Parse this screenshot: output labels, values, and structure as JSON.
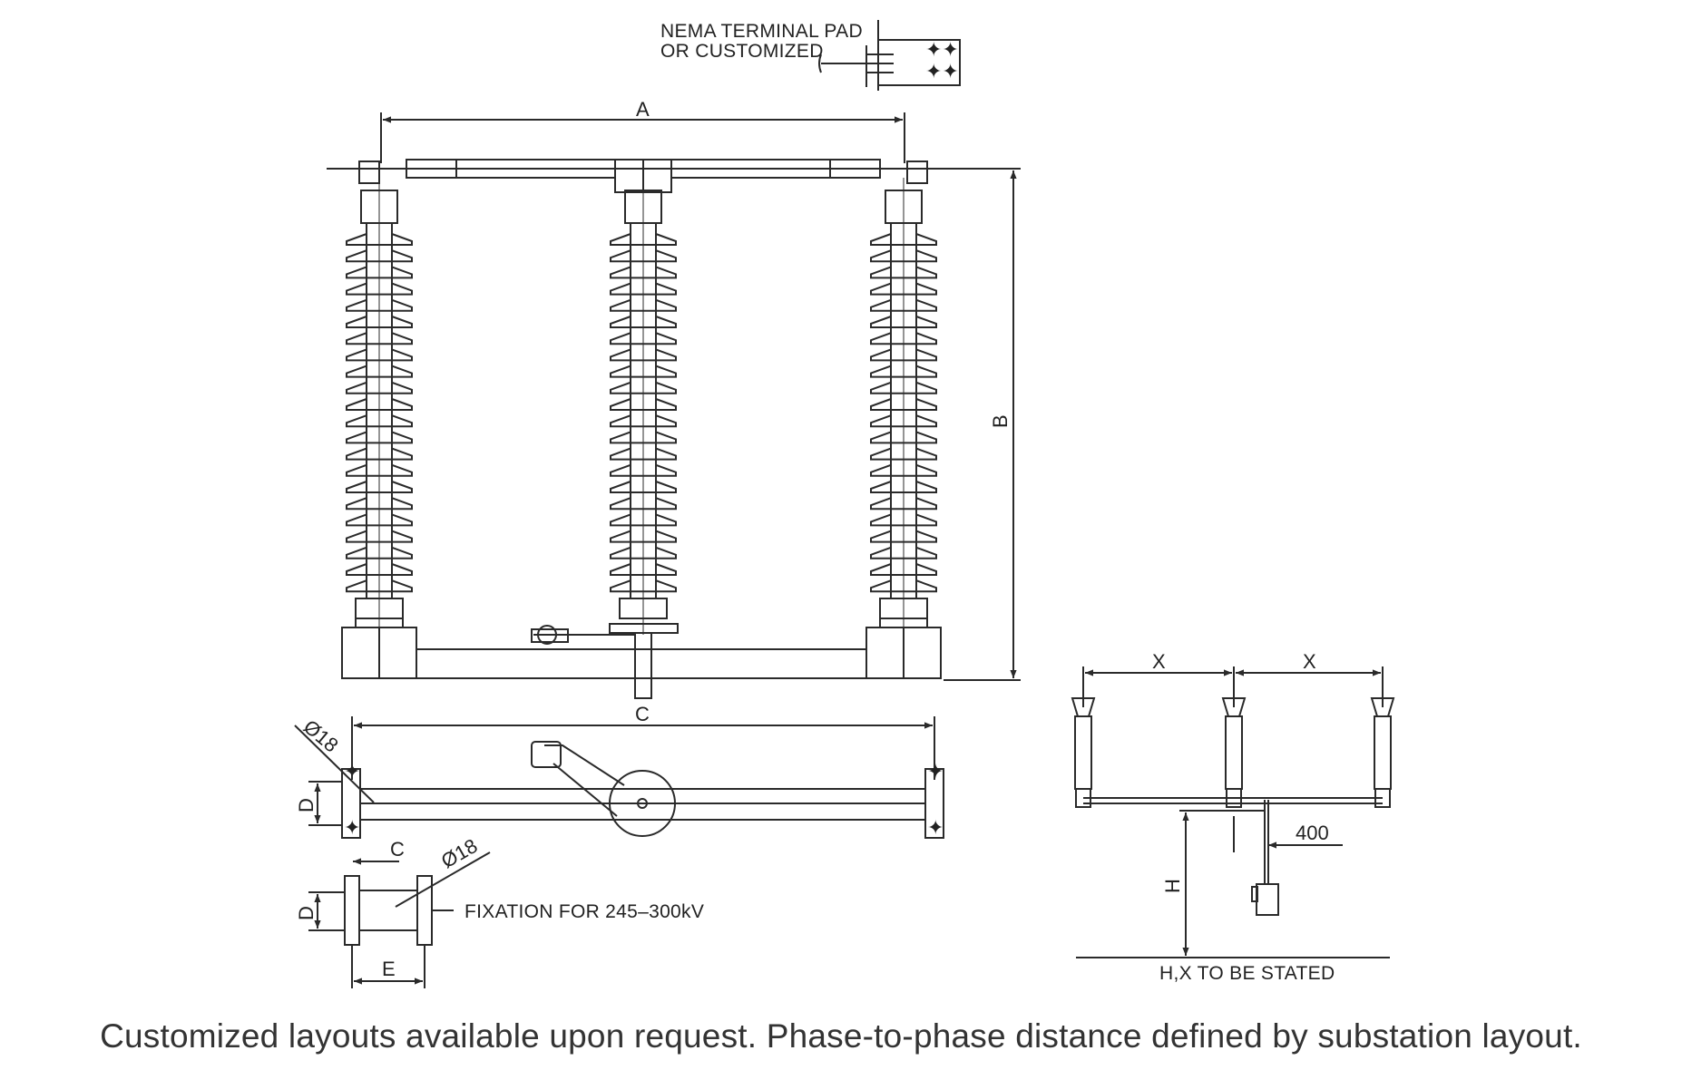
{
  "labels": {
    "terminal_line1": "NEMA TERMINAL PAD",
    "terminal_line2": "OR CUSTOMIZED",
    "dim_a": "A",
    "dim_b": "B",
    "dim_c_top": "C",
    "dim_c_small": "C",
    "dim_d1": "D",
    "dim_d2": "D",
    "dim_e": "E",
    "hole_dia_1": "Ø18",
    "hole_dia_2": "Ø18",
    "fixation": "FIXATION FOR 245–300kV",
    "dim_x1": "X",
    "dim_x2": "X",
    "dim_400": "400",
    "dim_h": "H",
    "hx_note": "H,X TO BE STATED"
  },
  "caption": "Customized layouts available upon request. Phase-to-phase distance defined by substation layout."
}
